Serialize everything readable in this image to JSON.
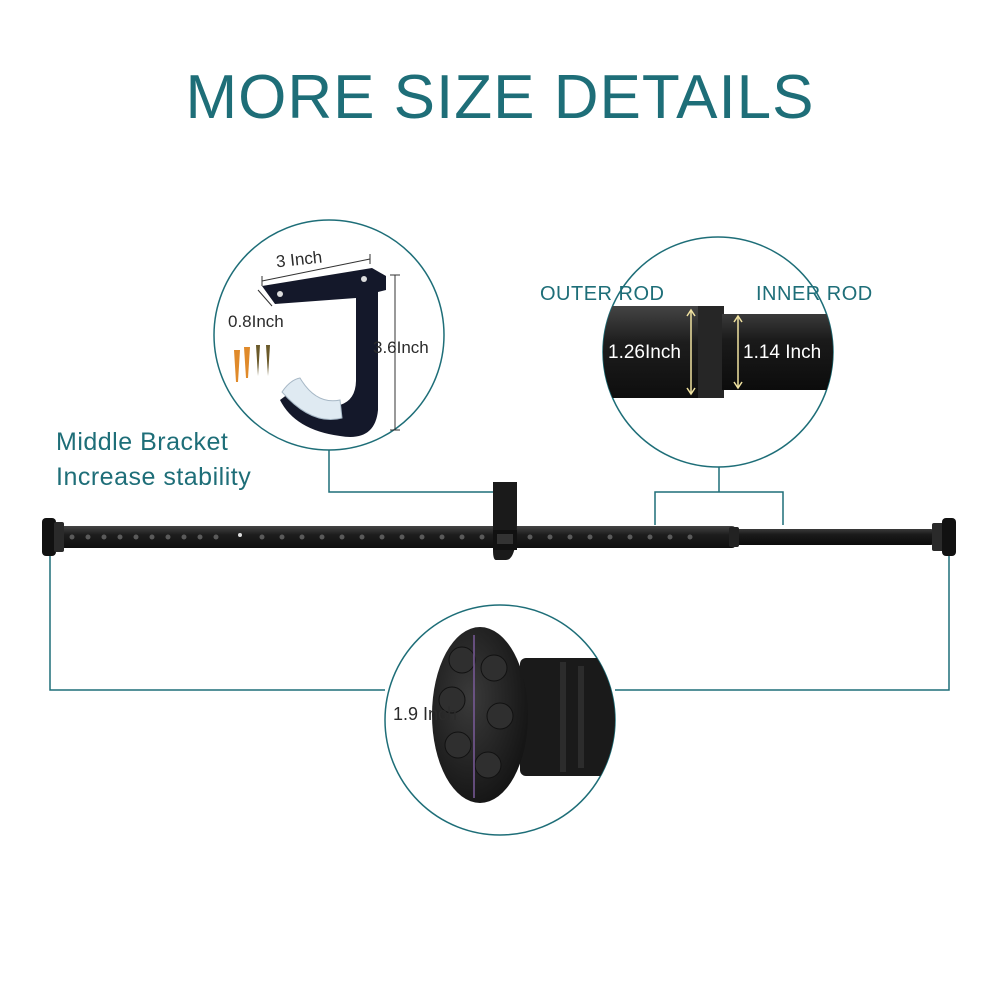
{
  "header": {
    "title": "MORE SIZE DETAILS"
  },
  "bracket": {
    "label_line1": "Middle Bracket",
    "label_line2": "Increase stability",
    "width_label": "3 Inch",
    "depth_label": "0.8Inch",
    "height_label": "3.6Inch"
  },
  "rods": {
    "outer_label": "OUTER ROD",
    "inner_label": "INNER ROD",
    "outer_diameter": "1.26Inch",
    "inner_diameter": "1.14 Inch"
  },
  "end_cap": {
    "diameter": "1.9 Inch"
  },
  "colors": {
    "accent": "#1e6e78",
    "product": "#1c1c1c"
  }
}
